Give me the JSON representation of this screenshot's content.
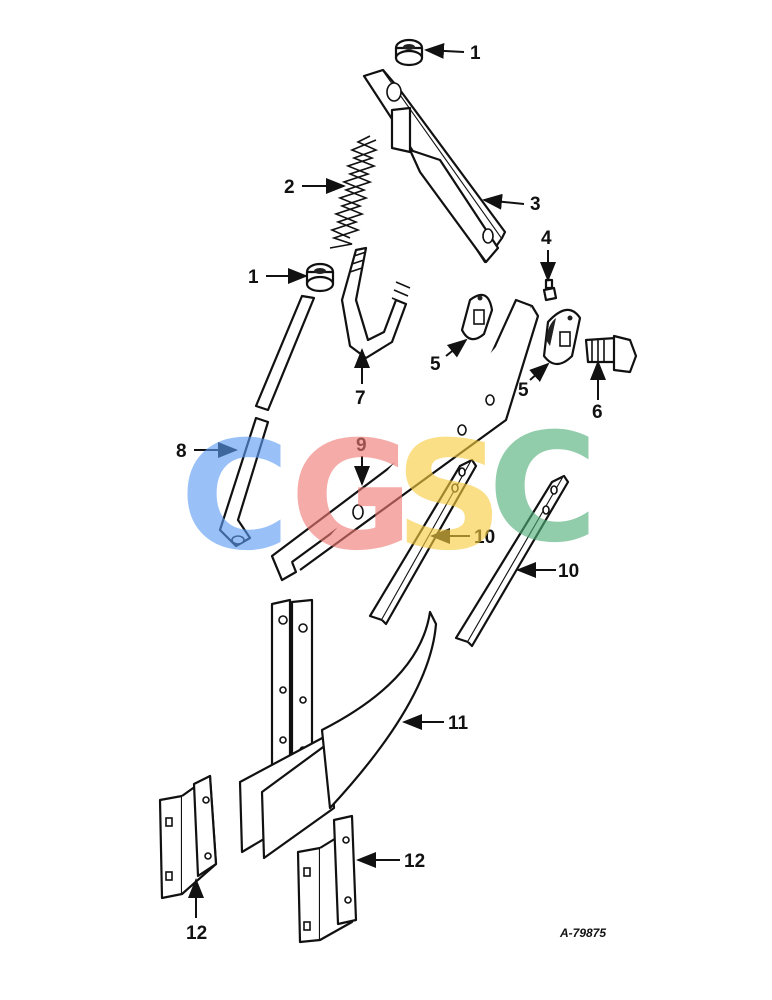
{
  "callouts": {
    "c1a": "1",
    "c1b": "1",
    "c2": "2",
    "c3": "3",
    "c4": "4",
    "c5a": "5",
    "c5b": "5",
    "c6": "6",
    "c7": "7",
    "c8": "8",
    "c9": "9",
    "c10a": "10",
    "c10b": "10",
    "c11": "11",
    "c12a": "12",
    "c12b": "12"
  },
  "drawing_number": "A-79875",
  "watermark": {
    "letters": [
      "C",
      "G",
      "S",
      "C"
    ],
    "colors": [
      "#5b9cf5",
      "#f07a73",
      "#f7cd3f",
      "#4fae79"
    ]
  }
}
